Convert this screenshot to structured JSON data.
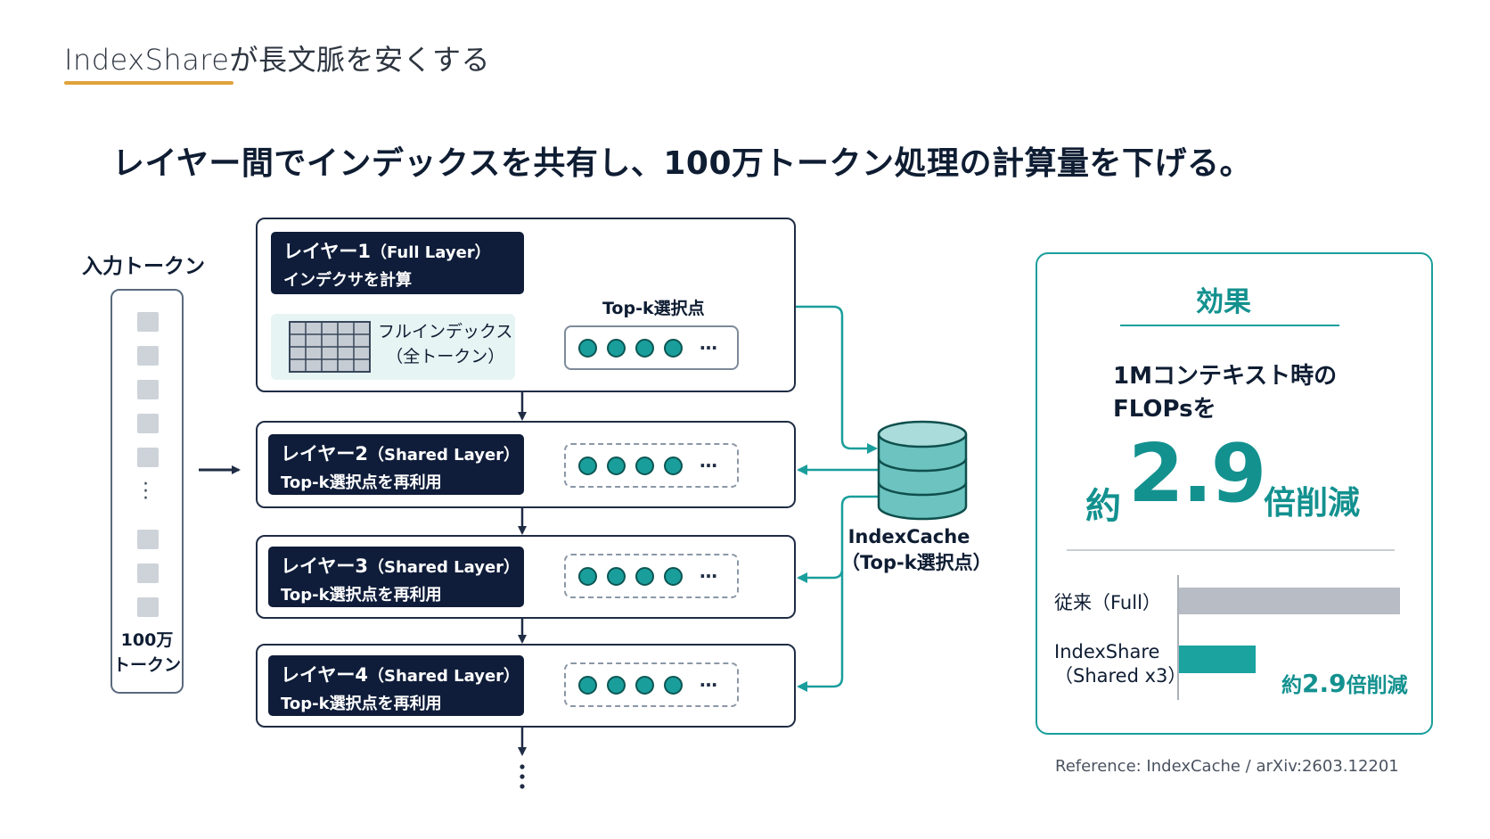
{
  "slide": {
    "title": "IndexShareが長文脈を安くする",
    "headline": "レイヤー間でインデックスを共有し、100万トークン処理の計算量を下げる。",
    "accent_color": "#e0a23a",
    "teal_color": "#1a9e9c",
    "navy_color": "#0f1d3a"
  },
  "input": {
    "label": "入力トークン",
    "count_line1": "100万",
    "count_line2": "トークン"
  },
  "layers": [
    {
      "name": "レイヤー1",
      "type": "（Full Layer）",
      "desc": "インデクサを計算"
    },
    {
      "name": "レイヤー2",
      "type": "（Shared Layer）",
      "desc": "Top-k選択点を再利用"
    },
    {
      "name": "レイヤー3",
      "type": "（Shared Layer）",
      "desc": "Top-k選択点を再利用"
    },
    {
      "name": "レイヤー4",
      "type": "（Shared Layer）",
      "desc": "Top-k選択点を再利用"
    }
  ],
  "full_index": {
    "line1": "フルインデックス",
    "line2": "（全トークン）"
  },
  "topk_label": "Top-k選択点",
  "ellipsis": "…",
  "cache": {
    "name": "IndexCache",
    "sub": "（Top-k選択点）",
    "icon": "database-icon"
  },
  "effect": {
    "title": "効果",
    "desc_line1": "1Mコンテキスト時の",
    "desc_line2": "FLOPsを",
    "prefix": "約",
    "number": "2.9",
    "suffix": "倍削減"
  },
  "chart_data": {
    "type": "bar",
    "orientation": "horizontal",
    "categories": [
      "従来（Full）",
      "IndexShare（Shared x3）"
    ],
    "values": [
      1,
      0.345
    ],
    "xlim": [
      0,
      1
    ],
    "annotation": {
      "prefix": "約",
      "value": "2.9",
      "suffix": "倍削減"
    },
    "colors": [
      "#b7bcc5",
      "#1aa39f"
    ]
  },
  "bars": {
    "full_label": "従来（Full）",
    "share_label1": "IndexShare",
    "share_label2": "（Shared x3）"
  },
  "reference": "Reference: IndexCache / arXiv:2603.12201"
}
